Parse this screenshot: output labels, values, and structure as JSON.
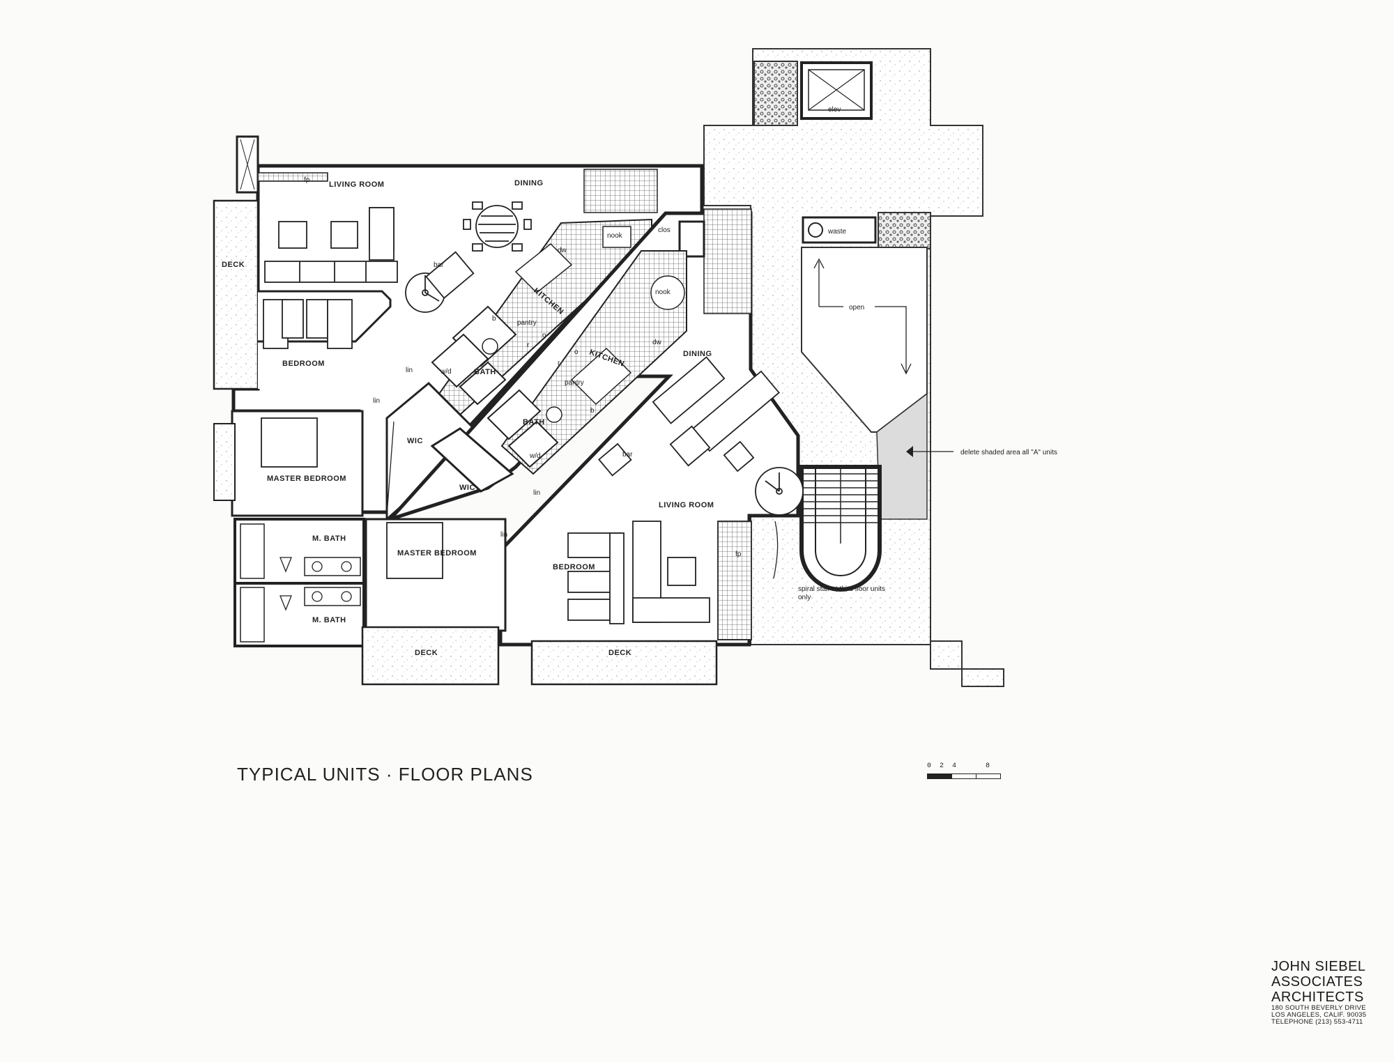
{
  "sheet": {
    "title": "TYPICAL UNITS · FLOOR PLANS",
    "scale_ticks": [
      "0",
      "2",
      "4",
      "8"
    ]
  },
  "firm": {
    "line1": "JOHN SIEBEL",
    "line2": "ASSOCIATES",
    "line3": "ARCHITECTS",
    "address1": "180 SOUTH BEVERLY DRIVE",
    "address2": "LOS ANGELES, CALIF. 90035",
    "phone": "TELEPHONE (213) 553-4711"
  },
  "unit_a": {
    "living_room": "LIVING ROOM",
    "dining": "DINING",
    "fp": "fp",
    "deck": "DECK",
    "bar": "bar",
    "bedroom": "BEDROOM",
    "nook": "nook",
    "dw": "dw",
    "kitchen": "KITCHEN",
    "pantry": "pantry",
    "b": "b",
    "r": "r",
    "o": "o",
    "wd": "w/d",
    "bath": "BATH",
    "lin1": "lin",
    "lin2": "lin",
    "wic": "WIC",
    "master_bedroom": "MASTER BEDROOM",
    "mbath1": "M. BATH",
    "mbath2": "M. BATH"
  },
  "unit_b": {
    "nook": "nook",
    "kitchen": "KITCHEN",
    "dw": "dw",
    "pantry": "pantry",
    "b": "b",
    "r": "r",
    "o": "o",
    "bath": "BATH",
    "wd": "w/d",
    "dining": "DINING",
    "bar": "bar",
    "wic": "WIC",
    "lin1": "lin",
    "lin2": "lin",
    "living_room": "LIVING ROOM",
    "master_bedroom": "MASTER BEDROOM",
    "bedroom": "BEDROOM",
    "fp": "fp",
    "deck1": "DECK",
    "deck2": "DECK",
    "clos": "clos"
  },
  "core": {
    "elev": "elev",
    "waste": "waste",
    "open": "open",
    "delete_note": "delete shaded area all \"A\" units",
    "spiral_note_1": "spiral stair at third floor units",
    "spiral_note_2": "only"
  }
}
